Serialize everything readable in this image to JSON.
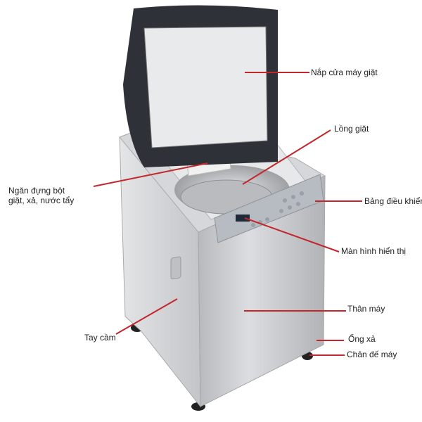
{
  "colors": {
    "leader": "#c3262b",
    "body": "#c9cacd",
    "lid": "#2f3138"
  },
  "labels": {
    "lid": "Nắp cửa máy giặt",
    "drum": "Lồng giặt",
    "dispenser_line1": "Ngăn đựng bột",
    "dispenser_line2": "giặt, xả, nước tẩy",
    "control_panel": "Bảng điều khiển",
    "display": "Màn hình hiển thị",
    "body": "Thân máy",
    "handle": "Tay cầm",
    "drain_hose": "Ống xả",
    "feet": "Chân đế máy"
  }
}
